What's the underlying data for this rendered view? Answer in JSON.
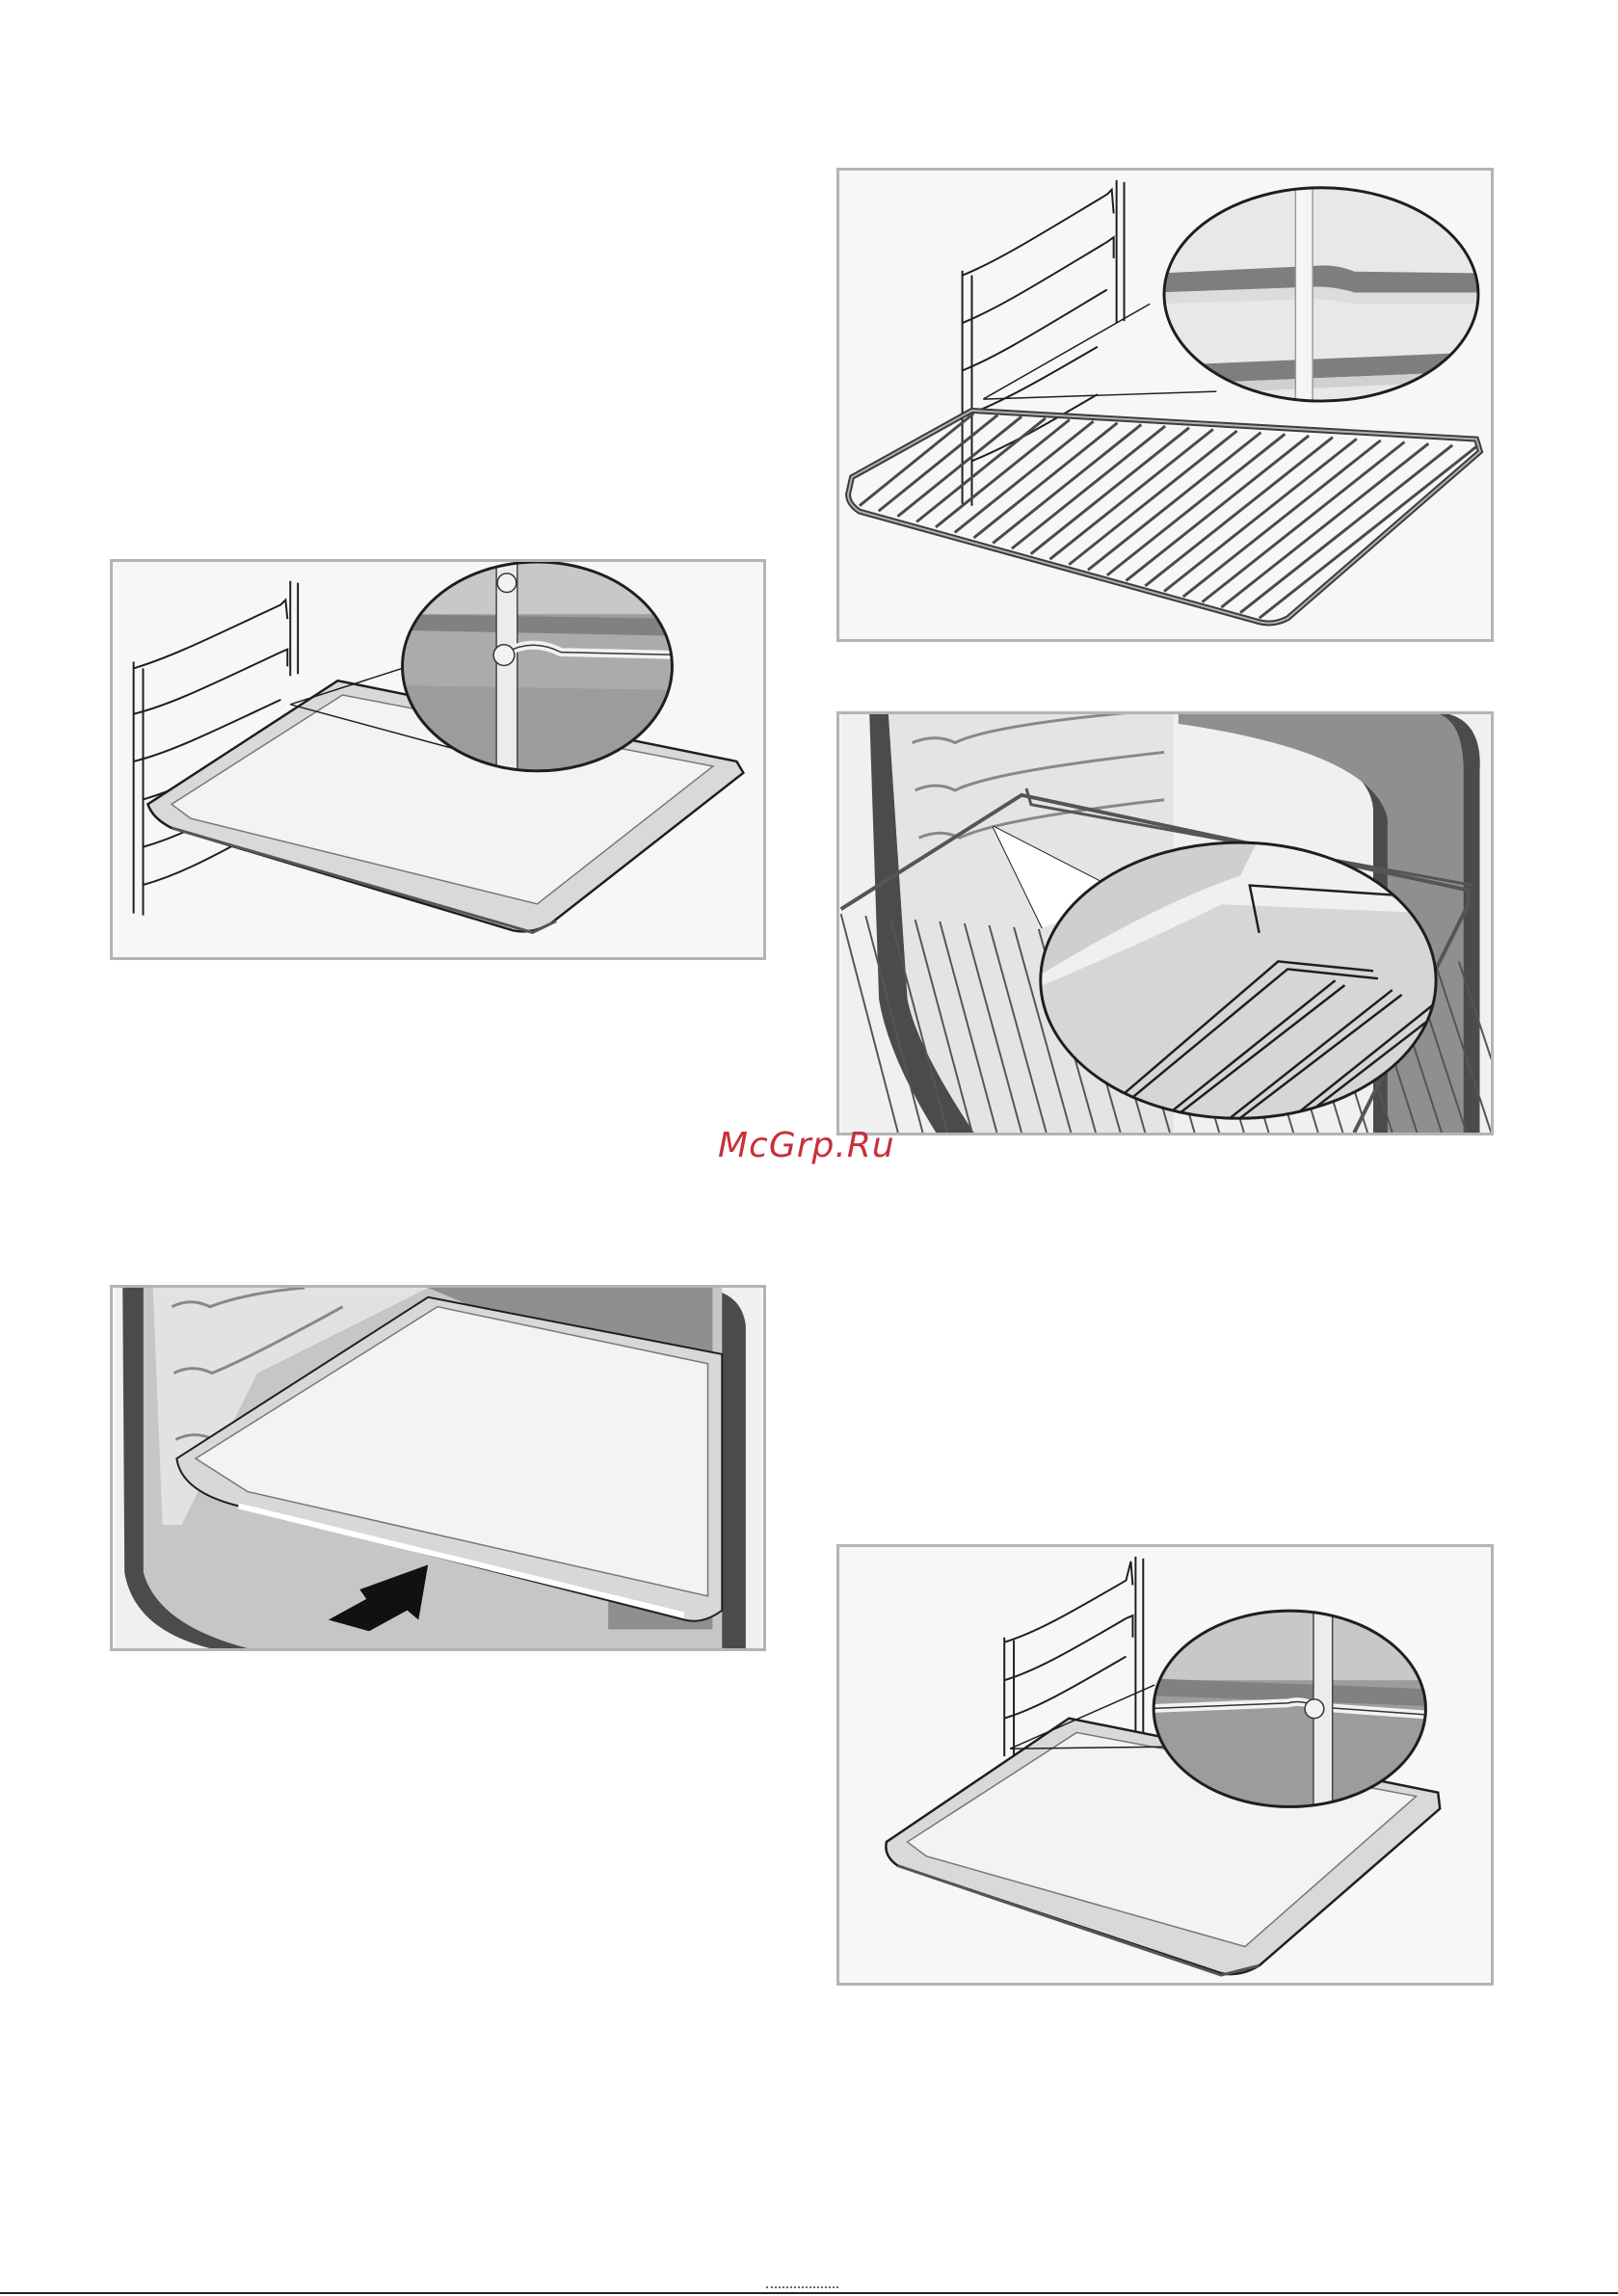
{
  "watermark": {
    "text": "McGrp.Ru",
    "color": "#c8303a"
  },
  "figures": [
    {
      "id": "fig-a",
      "icon": "baking-tray-on-shelf-support-icon"
    },
    {
      "id": "fig-b",
      "icon": "wire-rack-on-shelf-support-icon"
    },
    {
      "id": "fig-c",
      "icon": "wire-rack-in-oven-icon"
    },
    {
      "id": "fig-d",
      "icon": "tray-insert-arrow-icon"
    },
    {
      "id": "fig-e",
      "icon": "baking-tray-on-shelf-support-icon"
    }
  ],
  "colors": {
    "frame": "#b4b4b4",
    "line": "#1e1e1e",
    "tray_fill": "#e6e6e6",
    "tray_inner": "#f2f3f4",
    "dark_grey": "#808284",
    "oven_wall": "#8d8f91",
    "oven_edge": "#4a4b4d"
  }
}
